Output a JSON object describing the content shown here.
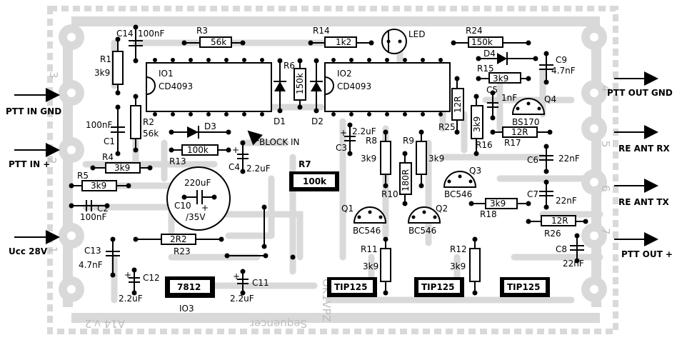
{
  "board": {
    "ghost_text_1": "OK1VPZ",
    "ghost_text_2": "Sequencer",
    "ghost_text_3": "A14 v.2"
  },
  "connectors": {
    "ptt_in_gnd": "PTT IN GND",
    "ptt_in_plus": "PTT IN +",
    "ucc": "Ucc 28V",
    "ptt_out_gnd": "PTT OUT GND",
    "re_ant_rx": "RE ANT RX",
    "re_ant_tx": "RE ANT TX",
    "ptt_out_plus": "PTT OUT +"
  },
  "ics": {
    "io1_name": "IO1",
    "io1_type": "CD4093",
    "io2_name": "IO2",
    "io2_type": "CD4093",
    "io3_name": "IO3",
    "io3_type": "7812"
  },
  "resistors": {
    "r1": "R1",
    "r1_val": "3k9",
    "r2": "R2",
    "r2_val": "56k",
    "r3": "R3",
    "r3_val": "56k",
    "r4": "R4",
    "r4_val": "3k9",
    "r5": "R5",
    "r5_val": "3k9",
    "r6": "R6",
    "r6_val": "150k",
    "r7": "R7",
    "r7_val": "100k",
    "r8": "R8",
    "r8_val": "3k9",
    "r9": "R9",
    "r9_val": "3k9",
    "r10": "R10",
    "r10_val": "180R",
    "r11": "R11",
    "r11_val": "3k9",
    "r12": "R12",
    "r12_val": "3k9",
    "r13": "R13",
    "r13_val": "100k",
    "r14": "R14",
    "r14_val": "1k2",
    "r15": "R15",
    "r15_val": "3k9",
    "r16": "R16",
    "r16_val": "3k9",
    "r17": "R17",
    "r17_val": "12R",
    "r18": "R18",
    "r18_val": "3k9",
    "r23": "R23",
    "r23_val": "2R2",
    "r24": "R24",
    "r24_val": "150k",
    "r25": "R25",
    "r25_val": "12R",
    "r26": "R26",
    "r26_val": "12R"
  },
  "capacitors": {
    "c1": "C1",
    "c1_val": "100nF",
    "c2": "C2",
    "c2_val": "100nF",
    "c3": "C3",
    "c3_val": "2.2uF",
    "c4": "C4",
    "c4_val": "2.2uF",
    "c5": "C5",
    "c5_val": "1nF",
    "c6": "C6",
    "c6_val": "22nF",
    "c7": "C7",
    "c7_val": "22nF",
    "c8": "C8",
    "c8_val": "22nF",
    "c9": "C9",
    "c9_val": "4.7nF",
    "c10": "C10",
    "c10_val": "220uF",
    "c10_volt": "/35V",
    "c11": "C11",
    "c11_val": "2.2uF",
    "c12": "C12",
    "c12_val": "2.2uF",
    "c13": "C13",
    "c13_val": "4.7nF",
    "c14": "C14",
    "c14_val": "100nF"
  },
  "semis": {
    "d1": "D1",
    "d2": "D2",
    "d3": "D3",
    "d4": "D4",
    "led": "LED",
    "q1": "Q1",
    "q1_type": "BC546",
    "q2": "Q2",
    "q2_type": "BC546",
    "q3": "Q3",
    "q3_type": "BC546",
    "q4": "Q4",
    "q4_type": "BS170",
    "tip1": "TIP125",
    "tip2": "TIP125",
    "tip3": "TIP125"
  },
  "notes": {
    "block_in": "BLOCK IN",
    "plus": "+"
  }
}
